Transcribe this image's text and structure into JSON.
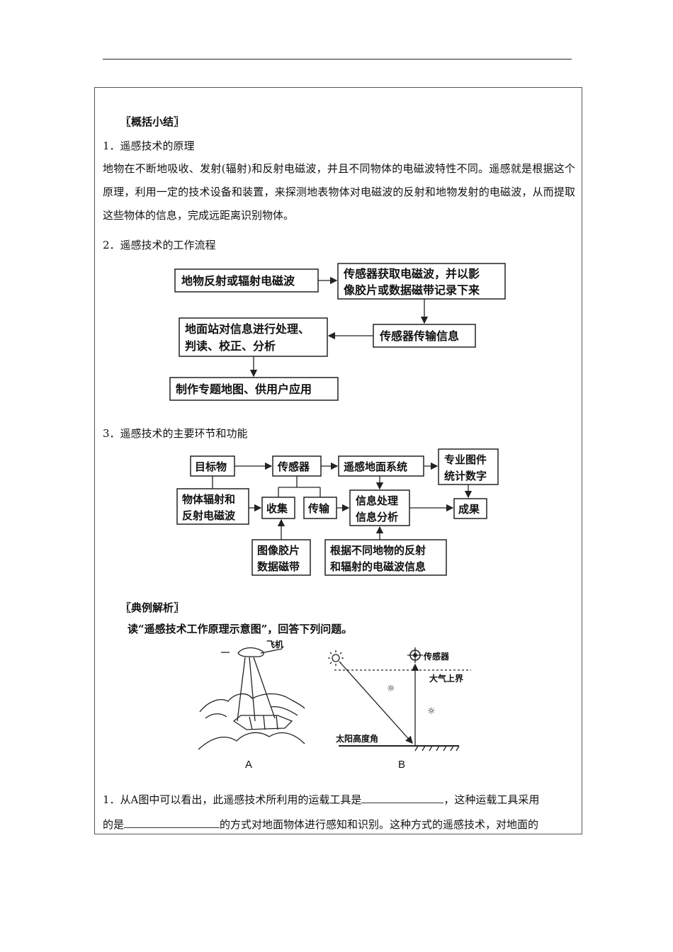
{
  "summary": {
    "heading": "〖概括小结〗",
    "s1_title": "1．遥感技术的原理",
    "s1_para": "地物在不断地吸收、发射(辐射)和反射电磁波，并且不同物体的电磁波特性不同。遥感就是根据这个原理，利用一定的技术设备和装置，来探测地表物体对电磁波的反射和地物发射的电磁波，从而提取这些物体的信息，完成远距离识别物体。",
    "s2_title": "2．遥感技术的工作流程",
    "s3_title": "3．遥感技术的主要环节和功能"
  },
  "flow1": {
    "b1": "地物反射或辐射电磁波",
    "b2_l1": "传感器获取电磁波，并以影",
    "b2_l2": "像胶片或数据磁带记录下来",
    "b3": "传感器传输信息",
    "b4_l1": "地面站对信息进行处理、",
    "b4_l2": "判读、校正、分析",
    "b5": "制作专题地图、供用户应用"
  },
  "flow2": {
    "target": "目标物",
    "sensor": "传感器",
    "ground": "遥感地面系统",
    "prof_l1": "专业图件",
    "prof_l2": "统计数字",
    "emit_l1": "物体辐射和",
    "emit_l2": "反射电磁波",
    "collect": "收集",
    "transmit": "传输",
    "proc_l1": "信息处理",
    "proc_l2": "信息分析",
    "result": "成果",
    "film_l1": "图像胶片",
    "film_l2": "数据磁带",
    "basis_l1": "根据不同地物的反射",
    "basis_l2": "和辐射的电磁波信息"
  },
  "example": {
    "heading": "〖典例解析〗",
    "prompt": "读“遥感技术工作原理示意图”，回答下列问题。",
    "figA_plane": "飞机",
    "figA_label": "A",
    "figB_sensor": "传感器",
    "figB_atmos": "大气上界",
    "figB_angle": "太阳高度角",
    "figB_label": "B",
    "q1_a": "1．从A图中可以看出，此遥感技术所利用的运载工具是",
    "q1_b": "，这种运载工具采用",
    "q1_c": "的是",
    "q1_d": "的方式对地面物体进行感知和识别。这种方式的遥感技术，对地面的"
  }
}
